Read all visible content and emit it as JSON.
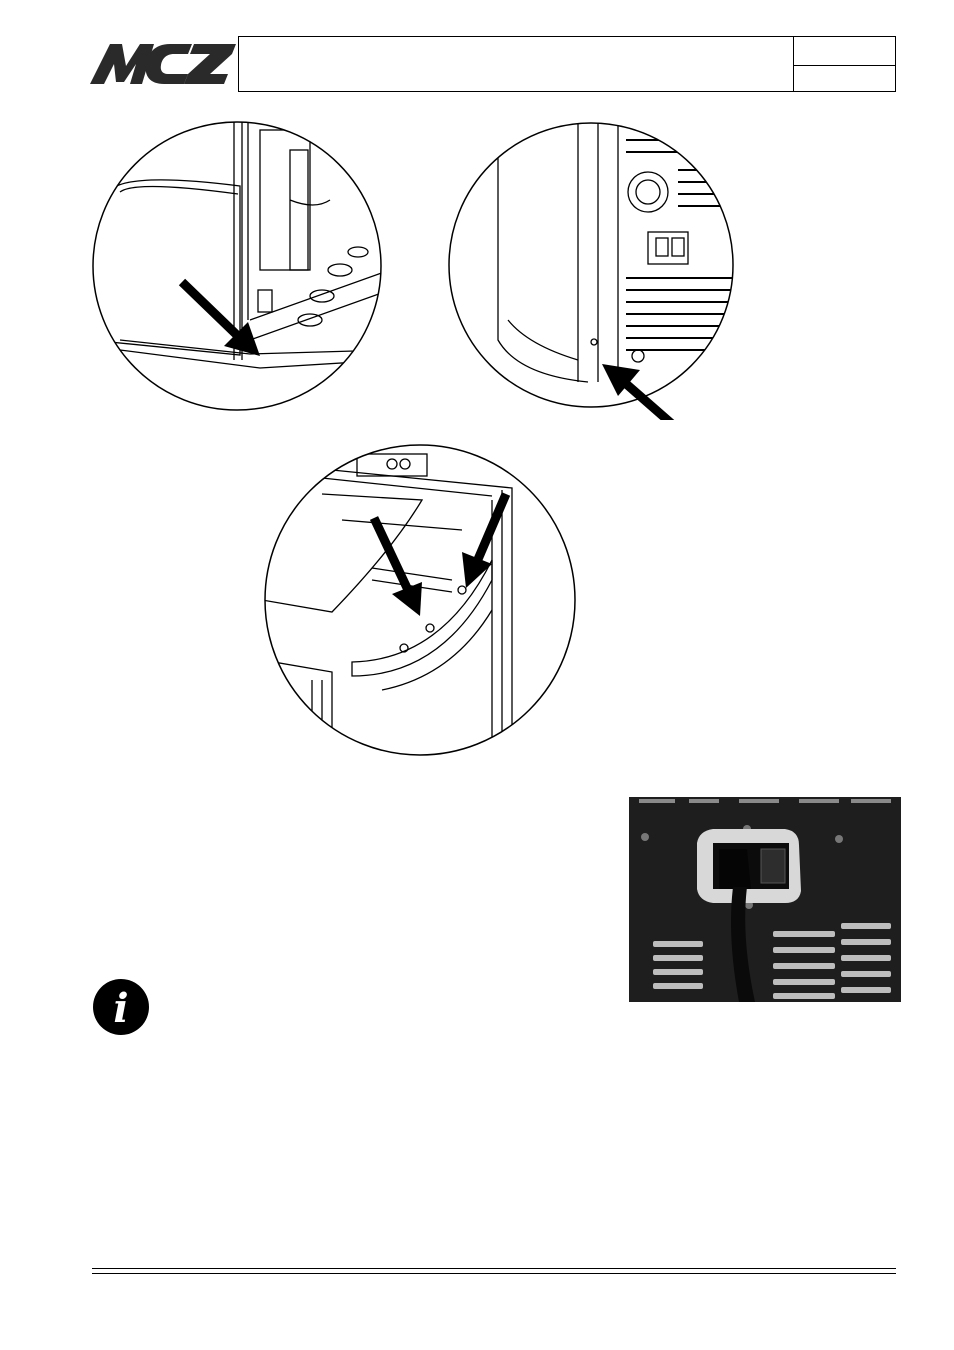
{
  "header": {
    "logo_text": "MCZ",
    "title": "",
    "cell_top": "",
    "cell_bottom": ""
  },
  "figures": [
    {
      "name": "detail-bottom-left-screw",
      "icon": "arrow-icon"
    },
    {
      "name": "detail-rear-screw",
      "icon": "arrow-icon"
    },
    {
      "name": "detail-top-screws",
      "icon": "arrow-icon"
    }
  ],
  "photo": {
    "subject": "power-socket-with-cable"
  },
  "info_icon": "info-icon",
  "colors": {
    "ink": "#000000",
    "paper": "#ffffff",
    "photo_dark": "#1c1c1c"
  }
}
